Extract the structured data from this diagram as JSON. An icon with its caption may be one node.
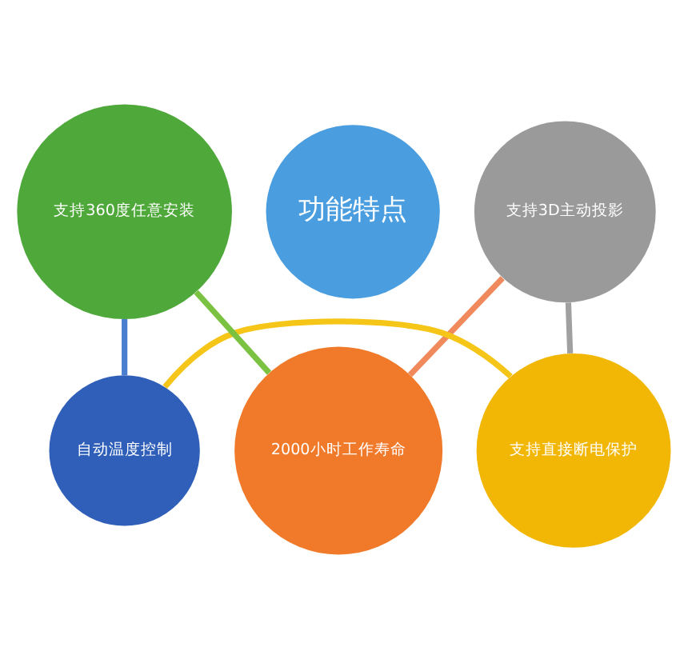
{
  "diagram": {
    "nodes": [
      {
        "text": [
          "功能特点"
        ]
      },
      {
        "text": [
          "2000小时工作寿命"
        ]
      },
      {
        "text": [
          "支持3D主动投影"
        ]
      },
      {
        "text": [
          "支持直接断电保护"
        ]
      },
      {
        "text": [
          "自动温度控制"
        ]
      },
      {
        "text": [
          "支持360度任意安装"
        ]
      }
    ],
    "edges": [
      {
        "from": 1,
        "to": 2,
        "arrow": "none",
        "color": "#f08a5d"
      },
      {
        "from": 2,
        "to": 3,
        "arrow": "none",
        "color": "#a0a0a0"
      },
      {
        "from": 3,
        "to": 4,
        "arrow": "none",
        "color": "#f5c518"
      },
      {
        "from": 4,
        "to": 5,
        "arrow": "none",
        "color": "#4a7fd0"
      },
      {
        "from": 5,
        "to": 1,
        "arrow": "none",
        "color": "#7cc242"
      }
    ]
  }
}
